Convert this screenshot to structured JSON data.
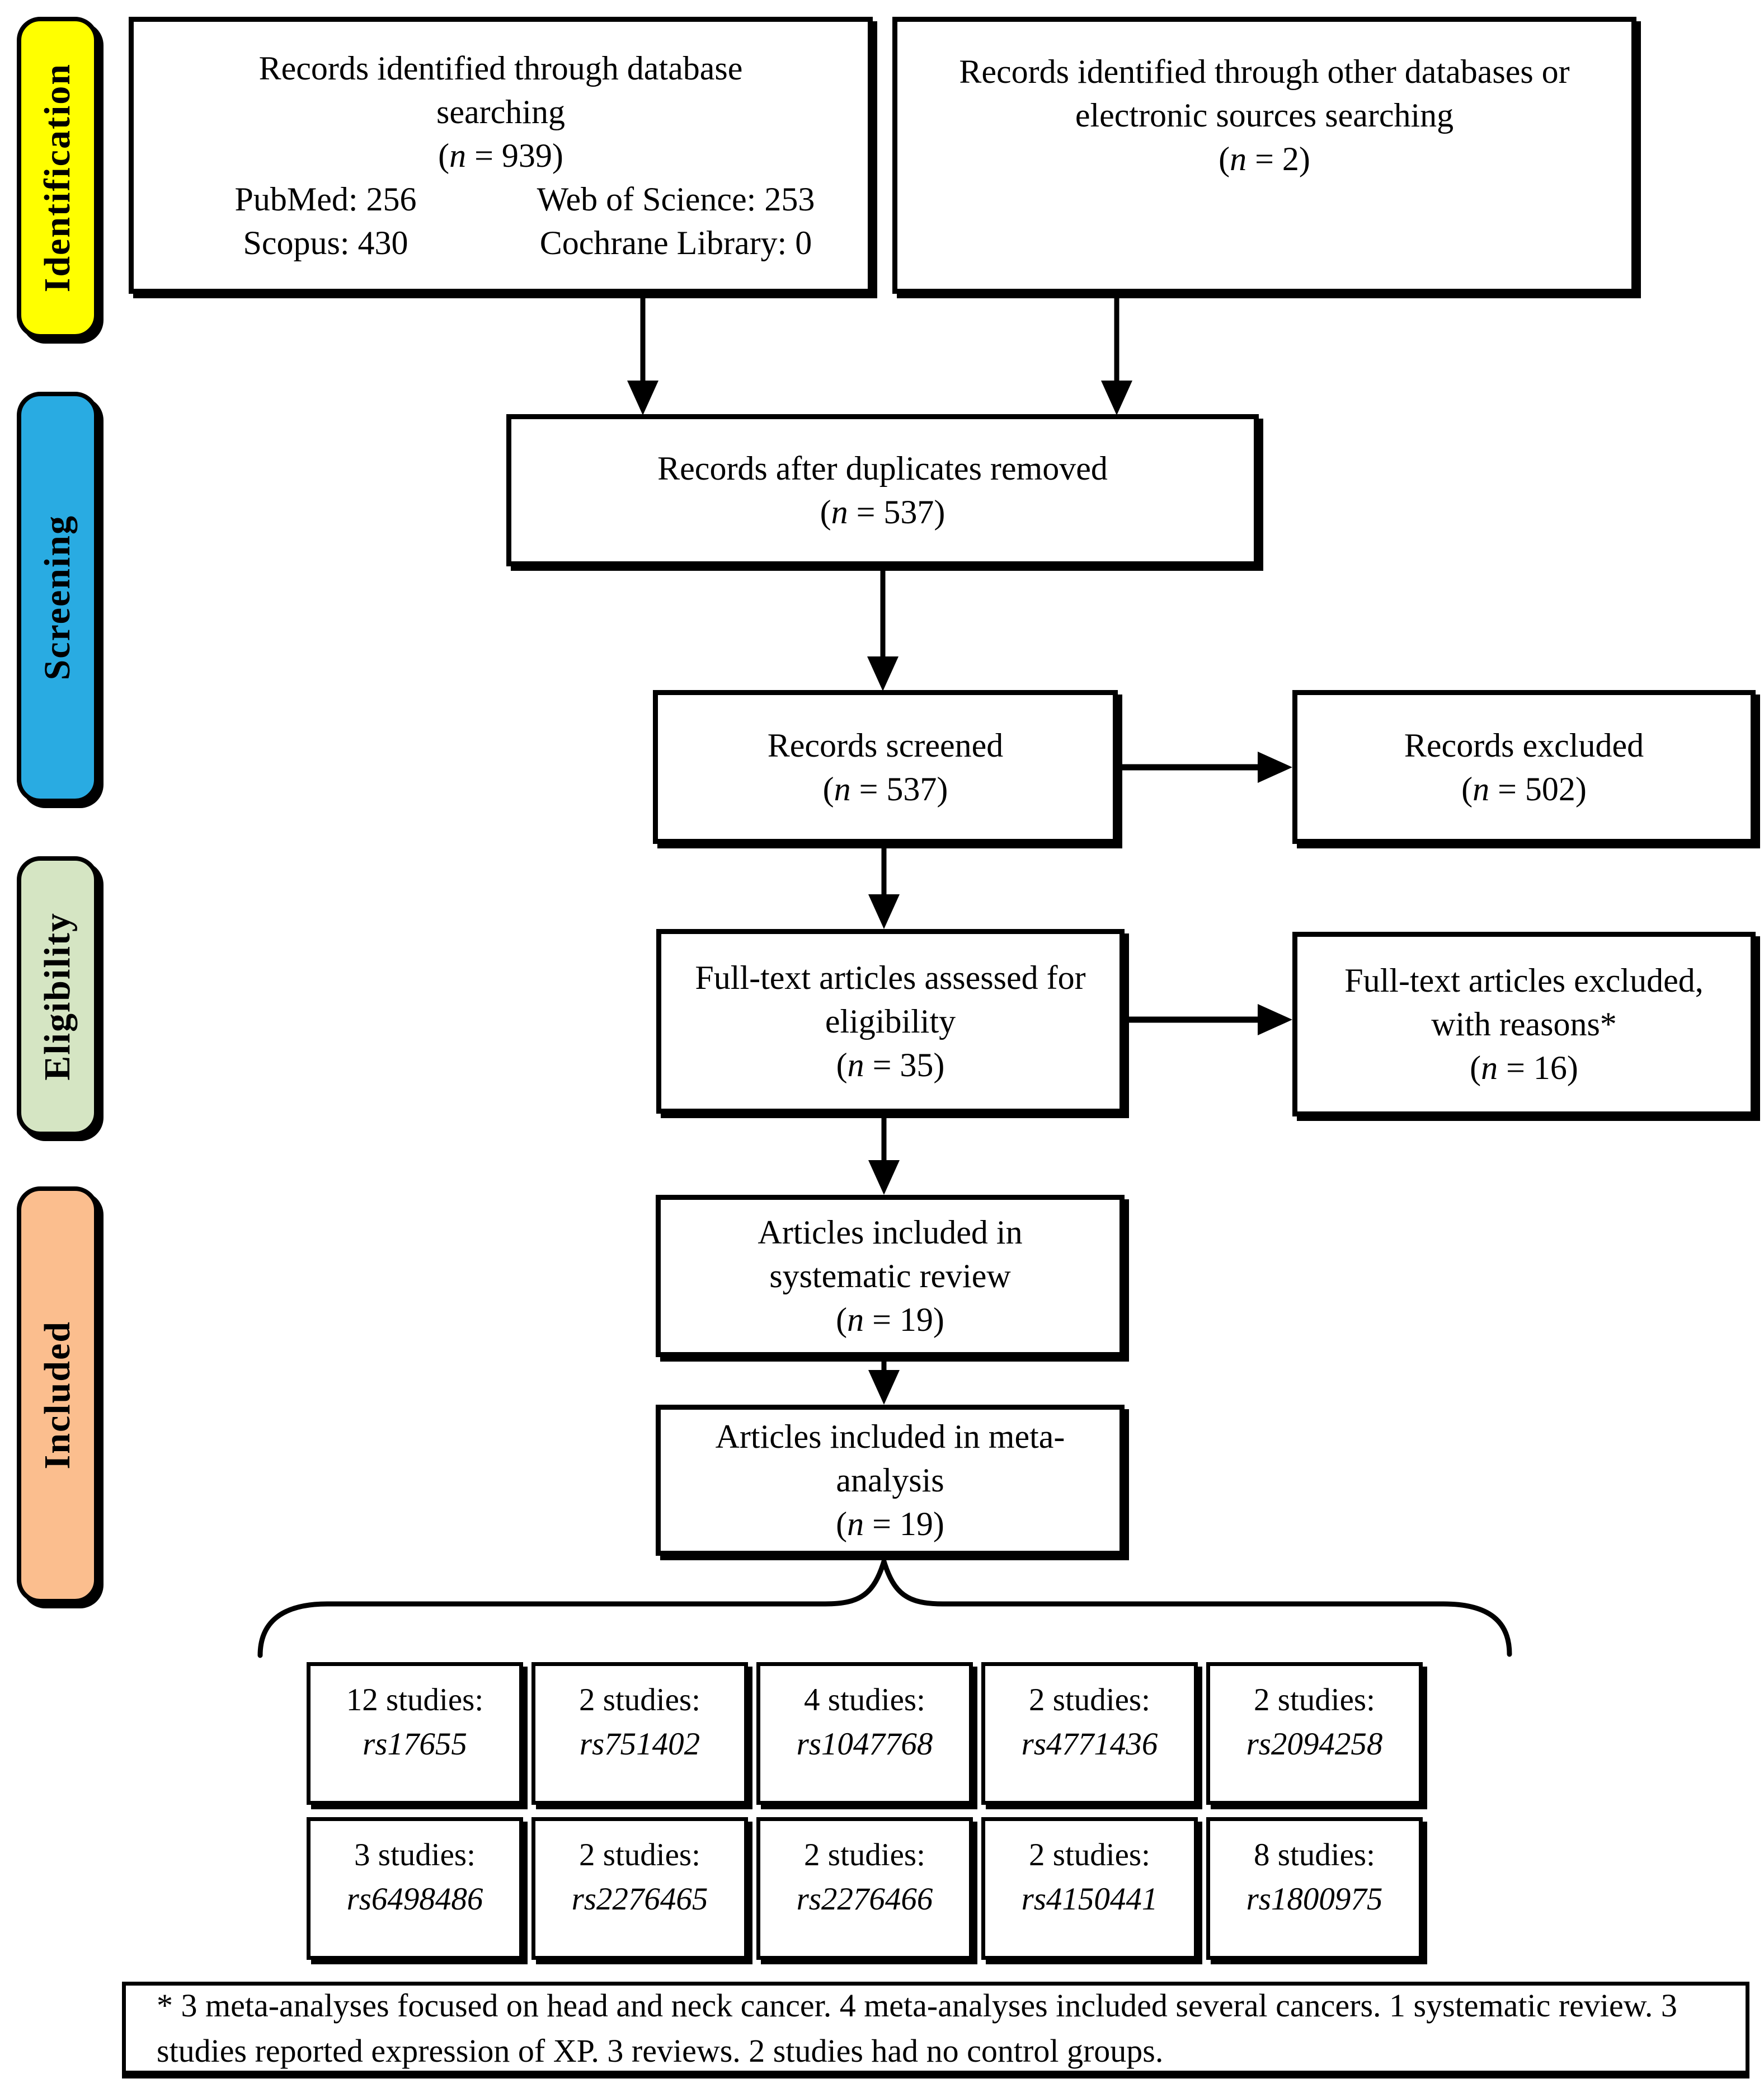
{
  "stages": [
    {
      "label": "Identification",
      "color": "#FFFF00"
    },
    {
      "label": "Screening",
      "color": "#29ABE2"
    },
    {
      "label": "Eligibility",
      "color": "#D5E5C3"
    },
    {
      "label": "Included",
      "color": "#FBBE8E"
    }
  ],
  "boxes": {
    "db_search": {
      "title": "Records identified through database searching",
      "count": "(n = 939)",
      "sources": [
        "PubMed: 256",
        "Web of Science: 253",
        "Scopus: 430",
        "Cochrane Library: 0"
      ]
    },
    "other_sources": {
      "title": "Records identified through other databases or electronic sources searching",
      "count": "(n = 2)"
    },
    "duplicates_removed": {
      "title": "Records after duplicates removed",
      "count": "(n = 537)"
    },
    "screened": {
      "title": "Records screened",
      "count": "(n = 537)"
    },
    "excluded": {
      "title": "Records excluded",
      "count": "(n = 502)"
    },
    "fulltext_assessed": {
      "title": "Full-text articles assessed for eligibility",
      "count": "(n = 35)"
    },
    "fulltext_excluded": {
      "title": "Full-text articles excluded, with reasons*",
      "count": "(n = 16)"
    },
    "systematic_review": {
      "title": "Articles included in systematic review",
      "count": "(n = 19)"
    },
    "meta_analysis": {
      "title": "Articles included in meta-analysis",
      "count": "(n = 19)"
    }
  },
  "studies": {
    "rows": [
      [
        {
          "count": "12 studies:",
          "snp": "rs17655"
        },
        {
          "count": "2 studies:",
          "snp": "rs751402"
        },
        {
          "count": "4 studies:",
          "snp": "rs1047768"
        },
        {
          "count": "2 studies:",
          "snp": "rs4771436"
        },
        {
          "count": "2 studies:",
          "snp": "rs2094258"
        }
      ],
      [
        {
          "count": "3 studies:",
          "snp": "rs6498486"
        },
        {
          "count": "2 studies:",
          "snp": "rs2276465"
        },
        {
          "count": "2 studies:",
          "snp": "rs2276466"
        },
        {
          "count": "2 studies:",
          "snp": "rs4150441"
        },
        {
          "count": "8 studies:",
          "snp": "rs1800975"
        }
      ]
    ]
  },
  "footnote": "* 3 meta-analyses focused on head and neck cancer. 4 meta-analyses included several cancers. 1 systematic review. 3 studies reported expression of XP. 3 reviews. 2 studies had no control groups."
}
